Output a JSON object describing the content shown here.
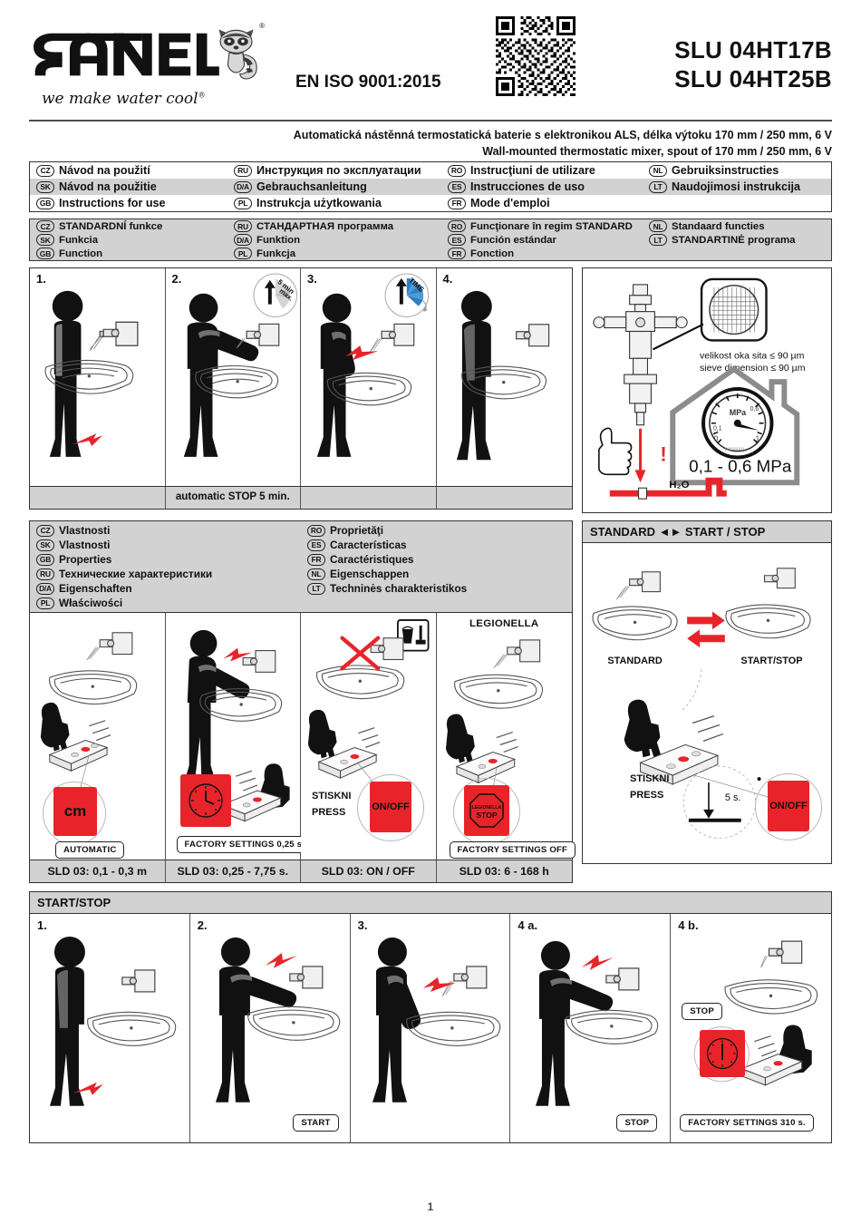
{
  "brand": {
    "name": "SANELA",
    "tagline": "we make water cool",
    "registered_mark": "®",
    "iso": "EN ISO 9001:2015"
  },
  "product_codes": [
    "SLU 04HT17B",
    "SLU 04HT25B"
  ],
  "subtitles": {
    "cz": "Automatická nástěnná termostatická baterie s elektronikou ALS, délka výtoku 170 mm / 250 mm, 6 V",
    "en": "Wall-mounted thermostatic mixer, spout of 170 mm / 250 mm, 6 V"
  },
  "manual_languages": [
    {
      "code": "CZ",
      "label": "Návod na použití"
    },
    {
      "code": "RU",
      "label": "Инструкция по эксплуатации"
    },
    {
      "code": "RO",
      "label": "Instrucţiuni de utilizare"
    },
    {
      "code": "NL",
      "label": "Gebruiksinstructies"
    },
    {
      "code": "SK",
      "label": "Návod na použitie"
    },
    {
      "code": "D/A",
      "label": "Gebrauchsanleitung"
    },
    {
      "code": "ES",
      "label": "Instrucciones de uso"
    },
    {
      "code": "LT",
      "label": "Naudojimosi instrukcija"
    },
    {
      "code": "GB",
      "label": "Instructions for use"
    },
    {
      "code": "PL",
      "label": "Instrukcja użytkowania"
    },
    {
      "code": "FR",
      "label": "Mode d'emploi"
    },
    {
      "code": "",
      "label": ""
    }
  ],
  "function_languages": [
    {
      "code": "CZ",
      "label": "STANDARDNÍ funkce"
    },
    {
      "code": "RU",
      "label": "СТАНДАРТНАЯ программа"
    },
    {
      "code": "RO",
      "label": "Funcţionare în regim STANDARD"
    },
    {
      "code": "NL",
      "label": "Standaard functies"
    },
    {
      "code": "SK",
      "label": "Funkcia"
    },
    {
      "code": "D/A",
      "label": "Funktion"
    },
    {
      "code": "ES",
      "label": "Función estándar"
    },
    {
      "code": "LT",
      "label": "STANDARTINĖ programa"
    },
    {
      "code": "GB",
      "label": "Function"
    },
    {
      "code": "PL",
      "label": "Funkcja"
    },
    {
      "code": "FR",
      "label": "Fonction"
    },
    {
      "code": "",
      "label": ""
    }
  ],
  "standard_steps": {
    "numbers": [
      "1.",
      "2.",
      "3.",
      "4."
    ],
    "dial_2": "5 min max.",
    "dial_3": "TIME",
    "caption_2": "automatic STOP 5 min."
  },
  "pressure_panel": {
    "sieve_cz": "velikost oka sita ≤ 90 µm",
    "sieve_en": "sieve dimension ≤ 90 µm",
    "pressure_range": "0,1 - 0,6 MPa",
    "gauge_unit": "MPa",
    "gauge_label": "pressure",
    "gauge_ticks": [
      "0",
      "0,1",
      "0,6",
      "1"
    ],
    "water_label": "H₂O",
    "warning": "!"
  },
  "properties_languages": [
    {
      "code": "CZ",
      "label": "Vlastnosti"
    },
    {
      "code": "RO",
      "label": "Proprietăţi"
    },
    {
      "code": "SK",
      "label": "Vlastnosti"
    },
    {
      "code": "ES",
      "label": "Características"
    },
    {
      "code": "GB",
      "label": "Properties"
    },
    {
      "code": "FR",
      "label": "Caractéristiques"
    },
    {
      "code": "RU",
      "label": "Технические характеристики"
    },
    {
      "code": "NL",
      "label": "Eigenschappen"
    },
    {
      "code": "D/A",
      "label": "Eigenschaften"
    },
    {
      "code": "LT",
      "label": "Techninės charakteristikos"
    },
    {
      "code": "PL",
      "label": "Właściwości"
    },
    {
      "code": "",
      "label": ""
    }
  ],
  "properties_cells": [
    {
      "badge": "cm",
      "chip": "AUTOMATIC",
      "sld": "SLD 03: 0,1 - 0,3 m"
    },
    {
      "badge": "clock",
      "chip": "FACTORY SETTINGS 0,25 s.",
      "sld": "SLD 03: 0,25 - 7,75 s."
    },
    {
      "badge": "ON/OFF",
      "chip": "",
      "sld": "SLD 03: ON / OFF",
      "press_cz": "STISKNI",
      "press_en": "PRESS"
    },
    {
      "badge": "LEGIONELLA STOP",
      "chip": "FACTORY SETTINGS OFF",
      "sld": "SLD 03: 6 - 168 h",
      "title": "LEGIONELLA"
    }
  ],
  "standard_startstop_panel": {
    "header": "STANDARD ◄► START / STOP",
    "left_label": "STANDARD",
    "right_label": "START/STOP",
    "press_cz": "STISKNI",
    "press_en": "PRESS",
    "hold_time": "5 s.",
    "badge": "ON/OFF"
  },
  "startstop_section": {
    "header": "START/STOP",
    "numbers": [
      "1.",
      "2.",
      "3.",
      "4 a.",
      "4 b."
    ],
    "chip_2": "START",
    "chip_4a": "STOP",
    "chip_4b_top": "STOP",
    "chip_4b_bottom": "FACTORY SETTINGS 310 s."
  },
  "page_number": "1",
  "colors": {
    "red": "#e8242a",
    "grey_band": "#d2d2d2",
    "blue": "#2e7fc1",
    "line": "#333333"
  }
}
